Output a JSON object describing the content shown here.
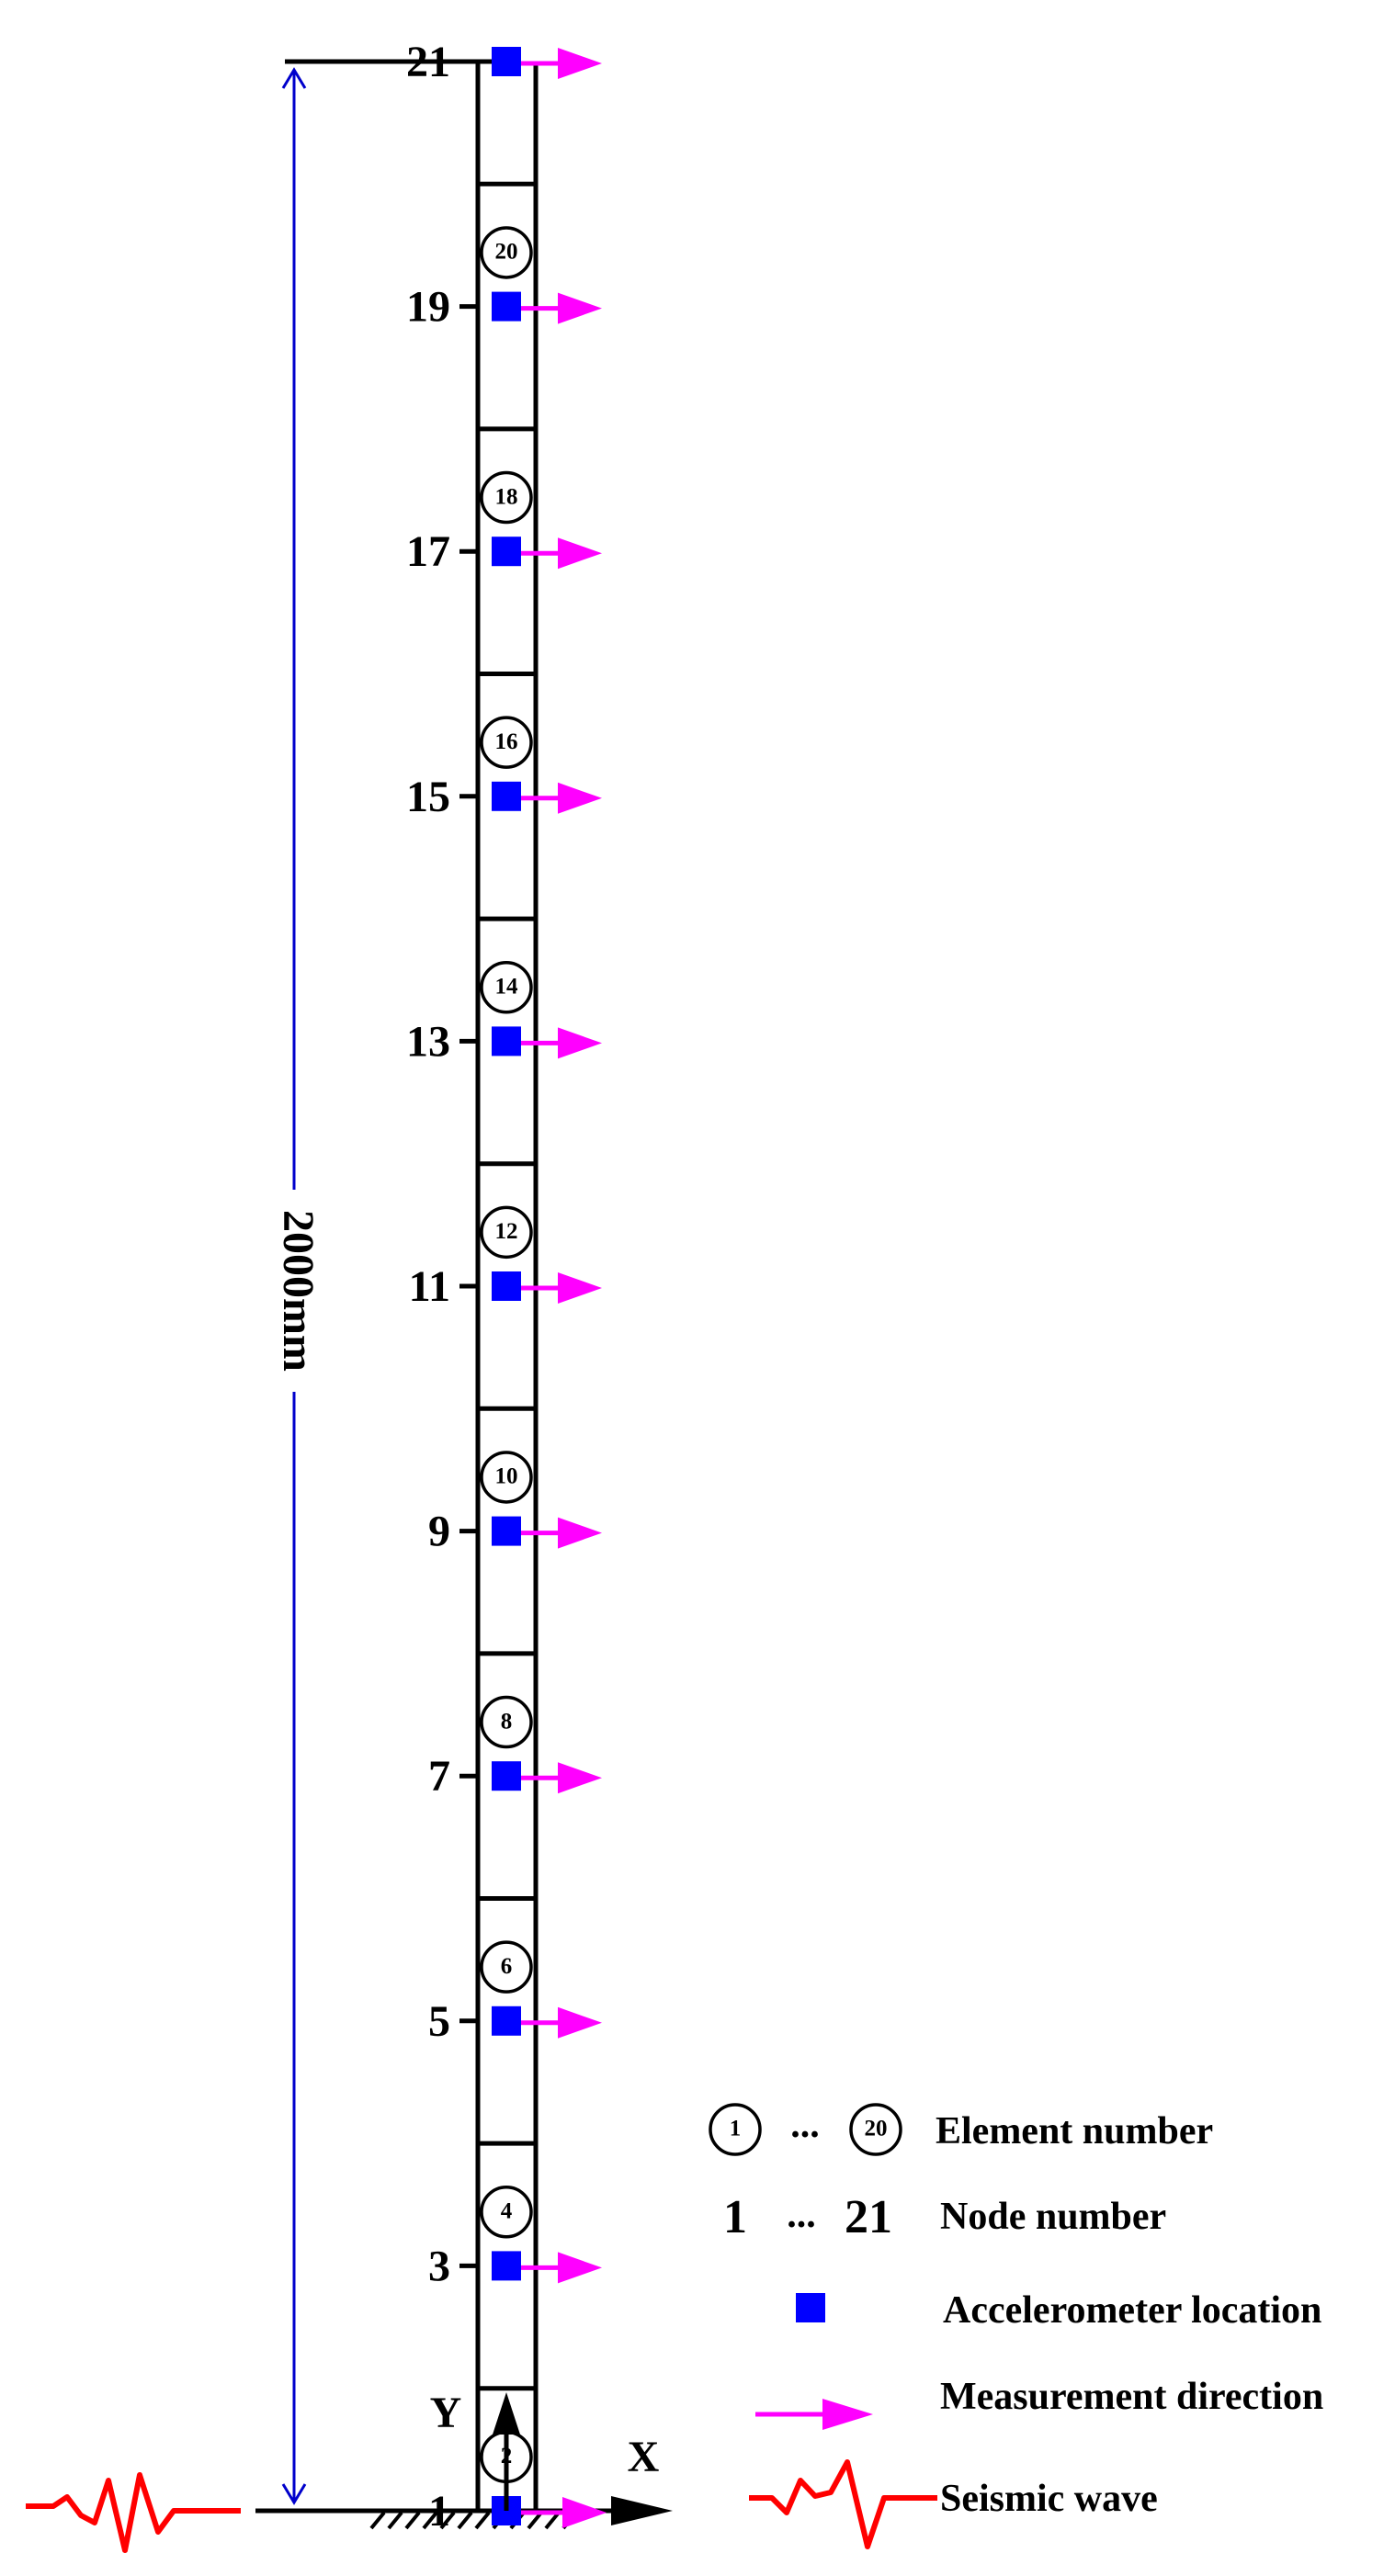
{
  "diagram": {
    "dimension_label": "2000mm",
    "axes": {
      "x_label": "X",
      "y_label": "Y"
    },
    "nodes": [
      "1",
      "3",
      "5",
      "7",
      "9",
      "11",
      "13",
      "15",
      "17",
      "19",
      "21"
    ],
    "elements": [
      "2",
      "4",
      "6",
      "8",
      "10",
      "12",
      "14",
      "16",
      "18",
      "20"
    ],
    "legend": {
      "element_first": "1",
      "element_dots": "...",
      "element_last": "20",
      "element_text": "Element number",
      "node_first": "1",
      "node_dots": "...",
      "node_last": "21",
      "node_text": "Node number",
      "accelerometer_text": "Accelerometer location",
      "direction_text": "Measurement direction",
      "seismic_text": "Seismic wave"
    },
    "colors": {
      "accelerometer": "#0000ff",
      "direction_arrow": "#ff00ff",
      "seismic_wave": "#ff0000",
      "dimension_line": "#0000cc",
      "structure": "#000000"
    }
  }
}
